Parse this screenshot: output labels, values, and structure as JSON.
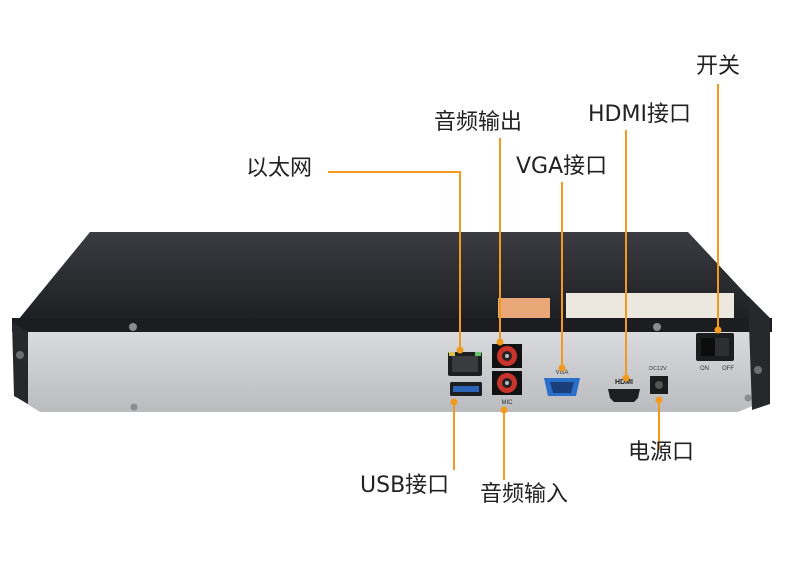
{
  "labels": {
    "power_switch": "开关",
    "hdmi": "HDMI接口",
    "audio_out": "音频输出",
    "vga": "VGA接口",
    "ethernet": "以太网",
    "usb": "USB接口",
    "audio_in": "音频输入",
    "power_port": "电源口"
  },
  "panel_text": {
    "vga": "VGA",
    "hdmi": "HDMI",
    "mic": "MIC",
    "dc": "DC12V",
    "on": "ON",
    "off": "OFF"
  },
  "colors": {
    "callout": "#f39a1e",
    "chassis_top": "#2b2d31",
    "rear_panel": "#c9cbce",
    "vga_port": "#2a6fc9",
    "usb_port": "#2b63b8",
    "rca_red": "#c8342b"
  }
}
